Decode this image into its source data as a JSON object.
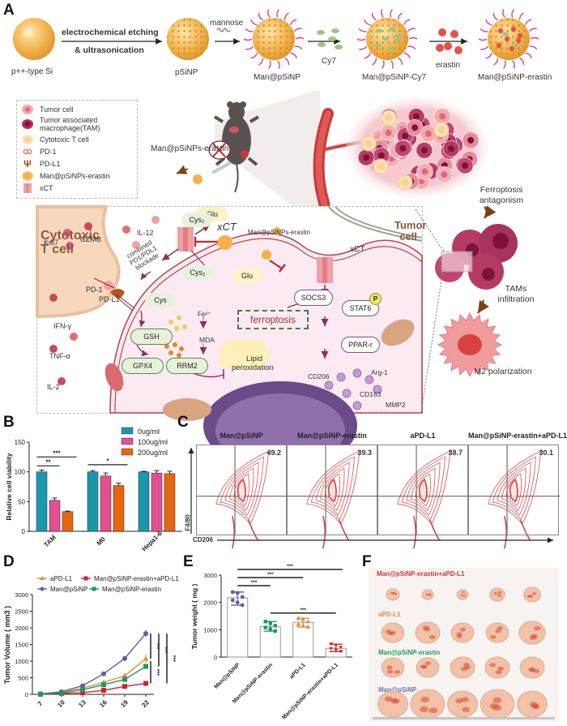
{
  "panels": {
    "A": {
      "label": "A",
      "synthesis": {
        "start": "p++-type Si",
        "step1_line1": "electrochemical etching",
        "step1_line2": "& ultrasonication",
        "np1": "pSiNP",
        "reagent2": "mannose",
        "np2": "Man@pSiNP",
        "reagent3": "Cy7",
        "np3": "Man@pSiNP-Cy7",
        "reagent4": "erastin",
        "np4": "Man@pSiNP-erastin"
      },
      "legend": [
        {
          "icon": "tumor-cell-icon",
          "label": "Tumor cell"
        },
        {
          "icon": "tam-icon",
          "label": "Tumor associated macrophage(TAM)"
        },
        {
          "icon": "t-cell-icon",
          "label": "Cytotoxic T cell"
        },
        {
          "icon": "pd1-icon",
          "label": "PD-1"
        },
        {
          "icon": "pdl1-icon",
          "label": "PD-L1"
        },
        {
          "icon": "nanoparticle-icon",
          "label": "Man@pSiNPs-erastin"
        },
        {
          "icon": "xct-icon",
          "label": "xCT"
        }
      ],
      "mouse_label": "Man@pSiNPs-erastin",
      "mouse_xct": "xCT",
      "right_labels": {
        "ferroptosis": "Ferroptosis antagonism",
        "tams": "TAMs infiltration",
        "m2": "M2 polarization"
      },
      "mechanism": {
        "t_cell": "Cytotoxic T cell",
        "tumor_cell": "Tumor cell",
        "ki67": "Ki67",
        "gzmb": "GZMB",
        "il12": "IL-12",
        "ifn": "IFN-γ",
        "tnf": "TNF-α",
        "il2": "IL-2",
        "pd1": "PD-1",
        "pdl1": "PD-L1",
        "blockade": "combined PD1/PDL1 blockade",
        "cys2_out": "Cys₂",
        "xct1": "xCT",
        "glu_out": "Glu",
        "np_label": "Man@pSiNPs-erastin",
        "cys2_in": "Cys₂",
        "glu_in": "Glu",
        "cys": "Cys",
        "fe": "Fe²⁺",
        "gsh": "GSH",
        "mda": "MDA",
        "ferroptosis": "ferroptosis",
        "gpx4": "GPX4",
        "rrm2": "RRM2",
        "lipid1": "Lipid",
        "lipid2": "peroxidation",
        "xct2": "xCT",
        "socs3": "SOCS3",
        "stat6": "STAT6",
        "p": "P",
        "ppar": "PPAR-r",
        "cd206": "CD206",
        "arg1": "Arg-1",
        "cd163": "CD163",
        "mmp2": "MMP2"
      }
    },
    "B": {
      "label": "B"
    },
    "C": {
      "label": "C",
      "y_axis": "F4/80",
      "x_axis": "CD206",
      "plots": [
        {
          "title": "Man@pSiNP",
          "value": "49.2"
        },
        {
          "title": "Man@pSiNP-erastin",
          "value": "39.3"
        },
        {
          "title": "aPD-L1",
          "value": "38.7"
        },
        {
          "title": "Man@pSiNP-erastin+aPD-L1",
          "value": "30.1"
        }
      ]
    },
    "D": {
      "label": "D"
    },
    "E": {
      "label": "E"
    },
    "F": {
      "label": "F",
      "rows": [
        {
          "label": "Man@pSiNP-erastin+aPD-L1",
          "color": "#d2352f"
        },
        {
          "label": "aPD-L1",
          "color": "#e8893a"
        },
        {
          "label": "Man@pSiNP-erastin",
          "color": "#2a9a55"
        },
        {
          "label": "Man@pSiNP",
          "color": "#6b6db5"
        }
      ]
    }
  },
  "chart_data": [
    {
      "id": "B",
      "type": "bar",
      "title": "",
      "xlabel": "",
      "ylabel": "Relative cell viability",
      "ylim": [
        0,
        150
      ],
      "yticks": [
        0,
        50,
        100,
        150
      ],
      "categories": [
        "TAM",
        "M0",
        "Hepa1-6"
      ],
      "series": [
        {
          "name": "0ug/ml",
          "color": "#1a97ad",
          "values": [
            100,
            100,
            100
          ],
          "errors": [
            3,
            2,
            1
          ]
        },
        {
          "name": "100ug/ml",
          "color": "#e2508f",
          "values": [
            52,
            93,
            98
          ],
          "errors": [
            4,
            5,
            4
          ]
        },
        {
          "name": "200ug/ml",
          "color": "#e8650f",
          "values": [
            33,
            77,
            97
          ],
          "errors": [
            1,
            4,
            4
          ]
        }
      ],
      "significance": [
        {
          "group": "TAM",
          "from": "0ug/ml",
          "to": "100ug/ml",
          "label": "**"
        },
        {
          "group": "TAM",
          "from": "0ug/ml",
          "to": "200ug/ml",
          "label": "***"
        },
        {
          "group": "M0",
          "from": "0ug/ml",
          "to": "200ug/ml",
          "label": "*"
        }
      ],
      "legend": "top-right"
    },
    {
      "id": "D",
      "type": "line",
      "xlabel": "",
      "ylabel": "Tumor Volume ( mm3 )",
      "x": [
        7,
        10,
        13,
        16,
        19,
        22
      ],
      "ylim": [
        0,
        3000
      ],
      "yticks": [
        0,
        500,
        1000,
        1500,
        2000,
        2500,
        3000
      ],
      "series": [
        {
          "name": "aPD-L1",
          "color": "#e8893a",
          "marker": "triangle",
          "values": [
            10,
            60,
            190,
            360,
            560,
            1070
          ],
          "errors": [
            5,
            10,
            20,
            30,
            60,
            130
          ]
        },
        {
          "name": "Man@pSiNP-erastin+aPD-L1",
          "color": "#d2232a",
          "marker": "square",
          "values": [
            5,
            30,
            50,
            120,
            240,
            330
          ],
          "errors": [
            3,
            5,
            10,
            20,
            40,
            60
          ]
        },
        {
          "name": "Man@pSiNP",
          "color": "#5b5fa8",
          "marker": "circle",
          "values": [
            15,
            80,
            260,
            620,
            1080,
            1830
          ],
          "errors": [
            5,
            10,
            20,
            40,
            80,
            110
          ]
        },
        {
          "name": "Man@pSiNP-erastin",
          "color": "#1e9a5e",
          "marker": "square",
          "values": [
            8,
            45,
            140,
            290,
            450,
            840
          ],
          "errors": [
            4,
            8,
            15,
            25,
            40,
            60
          ]
        }
      ],
      "significance": [
        "***",
        "***",
        "***",
        "***"
      ],
      "legend": "top"
    },
    {
      "id": "E",
      "type": "bar",
      "xlabel": "",
      "ylabel": "Tumor weight ( mg )",
      "ylim": [
        0,
        3000
      ],
      "yticks": [
        0,
        1000,
        2000,
        3000
      ],
      "categories": [
        "Man@pSiNP",
        "Man@pSiNP-erastin",
        "aPD-L1",
        "Man@pSiNP-erastin+aPD-L1"
      ],
      "colors": [
        "#5b5fa8",
        "#1e9a5e",
        "#e8893a",
        "#d2232a"
      ],
      "values": [
        2170,
        1120,
        1270,
        320
      ],
      "points": [
        [
          2380,
          2350,
          2200,
          2080,
          2000,
          1900
        ],
        [
          1300,
          1240,
          1150,
          1080,
          1020,
          950
        ],
        [
          1420,
          1380,
          1300,
          1200,
          1150,
          1100
        ],
        [
          470,
          420,
          350,
          300,
          250,
          200
        ]
      ],
      "significance": [
        {
          "from": 0,
          "to": 3,
          "label": "***"
        },
        {
          "from": 0,
          "to": 2,
          "label": "***"
        },
        {
          "from": 0,
          "to": 1,
          "label": "***"
        },
        {
          "from": 1,
          "to": 3,
          "label": "***"
        }
      ]
    }
  ]
}
